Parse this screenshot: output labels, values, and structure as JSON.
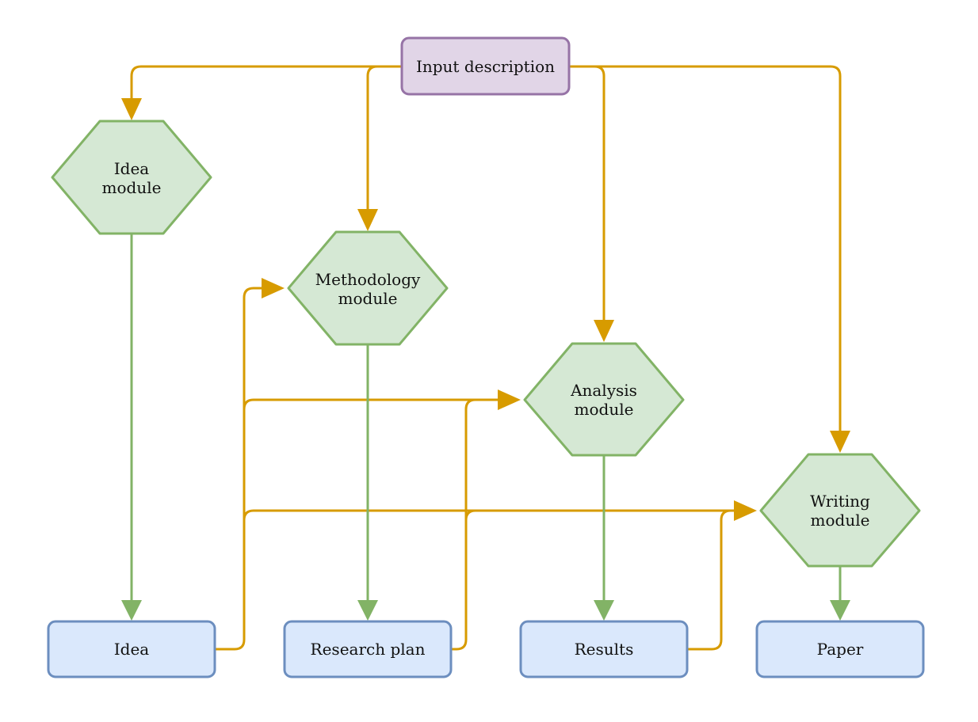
{
  "colors": {
    "input_fill": "#e1d5e7",
    "input_stroke": "#9673a6",
    "module_fill": "#d5e8d4",
    "module_stroke": "#82b366",
    "output_fill": "#dae8fc",
    "output_stroke": "#6c8ebf",
    "flow_orange": "#d79b00",
    "flow_green": "#82b366"
  },
  "input": {
    "label": "Input description"
  },
  "modules": [
    {
      "id": "idea",
      "line1": "Idea",
      "line2": "module"
    },
    {
      "id": "methodology",
      "line1": "Methodology",
      "line2": "module"
    },
    {
      "id": "analysis",
      "line1": "Analysis",
      "line2": "module"
    },
    {
      "id": "writing",
      "line1": "Writing",
      "line2": "module"
    }
  ],
  "outputs": [
    {
      "id": "idea",
      "label": "Idea"
    },
    {
      "id": "research-plan",
      "label": "Research plan"
    },
    {
      "id": "results",
      "label": "Results"
    },
    {
      "id": "paper",
      "label": "Paper"
    }
  ]
}
